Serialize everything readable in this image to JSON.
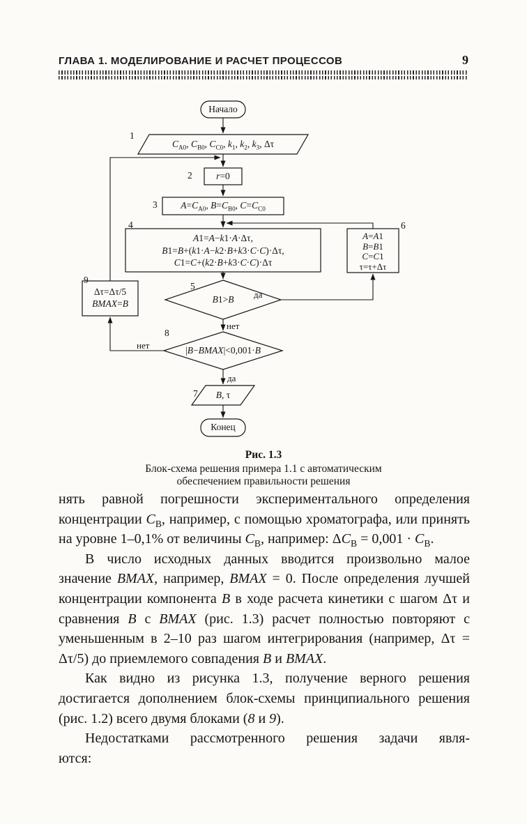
{
  "page_header": {
    "chapter": "ГЛАВА 1. МОДЕЛИРОВАНИЕ И РАСЧЕТ ПРОЦЕССОВ",
    "page_number": "9"
  },
  "figure": {
    "caption_label": "Рис. 1.3",
    "caption_line1": "Блок-схема решения примера 1.1 с автоматическим",
    "caption_line2": "обеспечением правильности решения",
    "flowchart": {
      "start_label": "Начало",
      "end_label": "Конец",
      "yes_label_5": "да",
      "no_label_5": "нет",
      "yes_label_8": "да",
      "no_label_8": "нет",
      "block1": {
        "num": "1",
        "text": "*C*_{A0}, *C*_{B0}, *C*_{C0}, *k*_{1}, *k*_{2}, *k*_{3}, Δτ"
      },
      "block2": {
        "num": "2",
        "text": "*r*=0"
      },
      "block3": {
        "num": "3",
        "text": "*A*=*C*_{A0}, *B*=*C*_{B0}, *C*=*C*_{C0}"
      },
      "block4": {
        "num": "4",
        "line1": "*A*1=*A*−*k*1·*A*·Δτ,",
        "line2": "*B*1=*B*+(*k*1·*A*−*k*2·*B*+*k*3·*C*·*C*)·Δτ,",
        "line3": "*C*1=*C*+(*k*2·*B*+*k*3·*C*·*C*)·Δτ"
      },
      "block5": {
        "num": "5",
        "text": "*B*1>*B*"
      },
      "block6": {
        "num": "6",
        "line1": "*A*=*A*1",
        "line2": "*B*=*B*1",
        "line3": "*C*=*C*1",
        "line4": "τ=τ+Δτ"
      },
      "block7": {
        "num": "7",
        "text": "*B*, τ"
      },
      "block8": {
        "num": "8",
        "text": "|*B*−*BMAX*|<0,001·*B*"
      },
      "block9": {
        "num": "9",
        "line1": "Δτ=Δτ/5",
        "line2": "*BMAX*=*B*"
      }
    }
  },
  "body": {
    "p1": "нять равной погрешности экспериментального определения концентрации *C*_{B}, например, с помощью хроматографа, или принять на уровне 1–0,1% от величины *C*_{B}, например: Δ*C*_{B} = 0,001 · *C*_{B}.",
    "p2": "В число исходных данных вводится произвольно малое значение *BMAX*, например, *BMAX* = 0. После определения лучшей концентрации компонента *B* в ходе расчета кинетики с шагом Δτ и сравнения *B* с *BMAX* (рис. 1.3) расчет полностью повторяют с уменьшенным в 2–10 раз шагом интегрирования (например, Δτ = Δτ/5) до приемлемого совпадения *B* и *BMAX*.",
    "p3": "Как видно из рисунка 1.3, получение верного решения достигается дополнением блок-схемы принципиального решения (рис. 1.2) всего двумя блоками (*8* и *9*).",
    "p4": "Недостатками рассмотренного решения задачи явля-\nются:"
  }
}
